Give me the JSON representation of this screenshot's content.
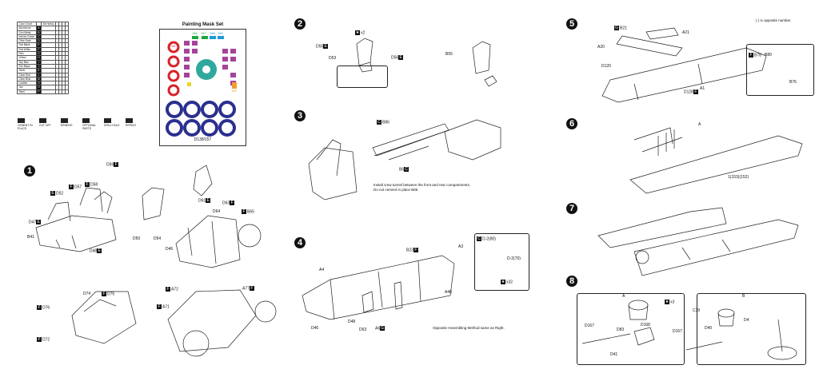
{
  "color_chart": {
    "title": "Color Chart",
    "headers": [
      "",
      "",
      "Mr.Hobby",
      "",
      "",
      "",
      ""
    ],
    "rows": [
      [
        "Aluminium",
        "A",
        "",
        "",
        "",
        "",
        ""
      ],
      [
        "Gun Metal",
        "B",
        "",
        "",
        "",
        "",
        ""
      ],
      [
        "Interior Green",
        "C",
        "",
        "",
        "",
        "",
        ""
      ],
      [
        "Olive Drab",
        "D",
        "",
        "",
        "",
        "",
        ""
      ],
      [
        "Flat Black",
        "E",
        "",
        "",
        "",
        "",
        ""
      ],
      [
        "Flat White",
        "F",
        "",
        "",
        "",
        "",
        ""
      ],
      [
        "Red",
        "G",
        "",
        "",
        "",
        "",
        ""
      ],
      [
        "Yellow",
        "H",
        "",
        "",
        "",
        "",
        ""
      ],
      [
        "Sky Blue",
        "I",
        "",
        "",
        "",
        "",
        ""
      ],
      [
        "Tire Black",
        "J",
        "",
        "",
        "",
        "",
        ""
      ],
      [
        "Silver",
        "K",
        "",
        "",
        "",
        "",
        ""
      ],
      [
        "Clear Red",
        "L",
        "",
        "",
        "",
        "",
        ""
      ],
      [
        "Clear Blue",
        "M",
        "",
        "",
        "",
        "",
        ""
      ],
      [
        "Leather",
        "N",
        "",
        "",
        "",
        "",
        ""
      ],
      [
        "Tan",
        "O",
        "",
        "",
        "",
        "",
        ""
      ],
      [
        "Steel",
        "P",
        "",
        "",
        "",
        "",
        ""
      ]
    ]
  },
  "mask": {
    "title": "Painting Mask Set",
    "code": "D138/157",
    "labels": [
      "C56",
      "156",
      "157",
      "158",
      "155",
      "159",
      "158"
    ]
  },
  "steps": {
    "s1": "1",
    "s2": "2",
    "s3": "3",
    "s4": "4",
    "s5": "5",
    "s6": "6",
    "s7": "7",
    "s8": "8"
  },
  "parts": {
    "p1": {
      "d52": "D52",
      "d57": "D57",
      "d58": "D58",
      "d59": "D59",
      "d47": "D47",
      "b41": "B41",
      "d48": "D48",
      "d50": "D50",
      "d54": "D54",
      "d61": "D61",
      "d64": "D64",
      "d46": "D46",
      "d63": "D63",
      "b65": "B65",
      "d74": "D74",
      "d75": "D75",
      "d76": "D76",
      "d72": "D72",
      "a72": "A72",
      "a71": "A71",
      "a77": "A77"
    },
    "p2": {
      "d55": "D55",
      "d53": "D53",
      "d56": "D56",
      "b55": "B55",
      "x2": "x2"
    },
    "p3": {
      "b86": "B86",
      "b6": "B6"
    },
    "p4": {
      "b23": "B23",
      "a3": "A3",
      "a4": "A4",
      "d46": "D46",
      "d48": "D48",
      "a6": "A6",
      "d63": "D63",
      "a40": "A40",
      "d280": "D-2(80)",
      "d270": "D-2(70)",
      "x32": "x32"
    },
    "p5": {
      "a21": "A21",
      "b21": "B21",
      "a20": "A20",
      "d120": "D120",
      "b78": "B78",
      "b80": "B80",
      "b76": "B76",
      "a1": "A1",
      "d128": "D128"
    },
    "p6": {
      "a": "A",
      "d152": "1(153)(152)"
    },
    "p8": {
      "a": "A",
      "b": "B",
      "d167": "D167",
      "d83": "D83",
      "d168": "D168",
      "d41": "D41",
      "c39": "C39",
      "d40": "D40",
      "d4": "D4",
      "x3": "x3"
    }
  },
  "notes": {
    "n3": "Install crew tunnel between the front and rear compartments.",
    "n3b": "Do not cement in place B86",
    "n4": "Opposite Assembling Method same as Right.",
    "n5": "( ) is opposite number."
  },
  "symbols": [
    "CEMENT IN PLACE",
    "CUT OFF",
    "REMOVE",
    "OPTIONAL PARTS",
    "DRILL HOLE",
    "REPEAT"
  ]
}
